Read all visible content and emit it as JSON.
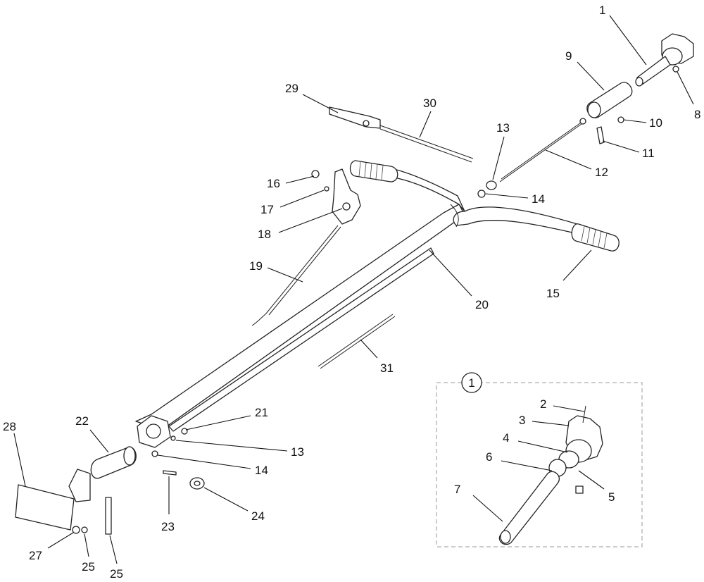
{
  "diagram": {
    "callouts": [
      {
        "id": "c1",
        "text": "1"
      },
      {
        "id": "c8",
        "text": "8"
      },
      {
        "id": "c9",
        "text": "9"
      },
      {
        "id": "c10",
        "text": "10"
      },
      {
        "id": "c11",
        "text": "11"
      },
      {
        "id": "c12",
        "text": "12"
      },
      {
        "id": "c13a",
        "text": "13"
      },
      {
        "id": "c14a",
        "text": "14"
      },
      {
        "id": "c15",
        "text": "15"
      },
      {
        "id": "c16",
        "text": "16"
      },
      {
        "id": "c17",
        "text": "17"
      },
      {
        "id": "c18",
        "text": "18"
      },
      {
        "id": "c19",
        "text": "19"
      },
      {
        "id": "c20",
        "text": "20"
      },
      {
        "id": "c29",
        "text": "29"
      },
      {
        "id": "c30",
        "text": "30"
      },
      {
        "id": "c31",
        "text": "31"
      },
      {
        "id": "c21",
        "text": "21"
      },
      {
        "id": "c13b",
        "text": "13"
      },
      {
        "id": "c14b",
        "text": "14"
      },
      {
        "id": "c22",
        "text": "22"
      },
      {
        "id": "c23",
        "text": "23"
      },
      {
        "id": "c24",
        "text": "24"
      },
      {
        "id": "c25a",
        "text": "25"
      },
      {
        "id": "c25b",
        "text": "25"
      },
      {
        "id": "c27",
        "text": "27"
      },
      {
        "id": "c28",
        "text": "28"
      },
      {
        "id": "c2",
        "text": "2"
      },
      {
        "id": "c3",
        "text": "3"
      },
      {
        "id": "c4",
        "text": "4"
      },
      {
        "id": "c5",
        "text": "5"
      },
      {
        "id": "c6",
        "text": "6"
      },
      {
        "id": "c7",
        "text": "7"
      }
    ],
    "detail": {
      "marker": "1"
    }
  }
}
